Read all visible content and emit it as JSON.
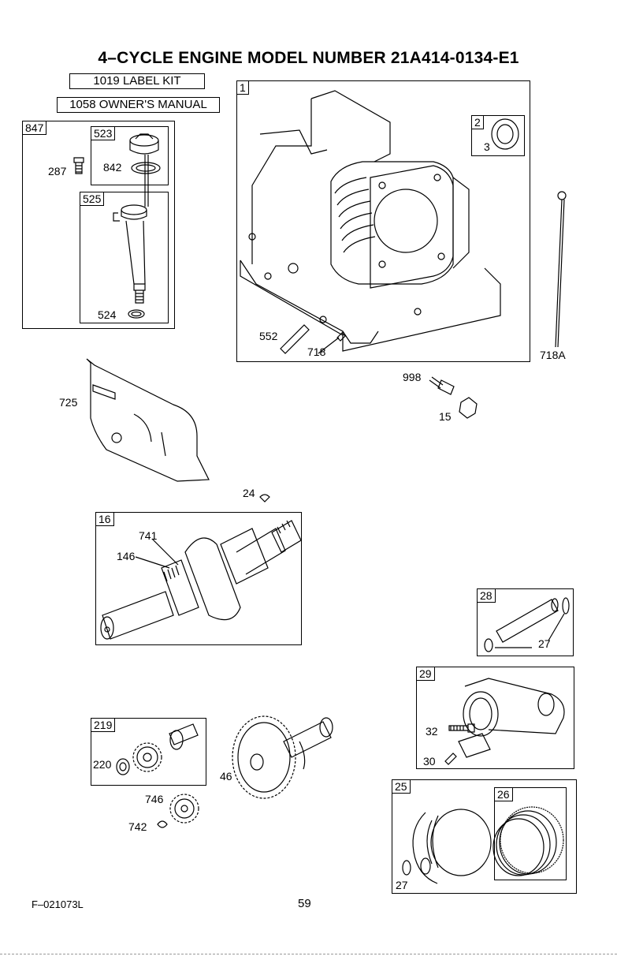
{
  "title": "4–CYCLE ENGINE MODEL NUMBER 21A414-0134-E1",
  "label_kit": "1019 LABEL KIT",
  "owners_manual": "1058 OWNER'S MANUAL",
  "assemblies": {
    "a847": "847",
    "a523": "523",
    "a525": "525",
    "a1": "1",
    "a2": "2",
    "a16": "16",
    "a28": "28",
    "a29": "29",
    "a219": "219",
    "a25": "25",
    "a26": "26"
  },
  "parts": {
    "p287": "287",
    "p842": "842",
    "p524": "524",
    "p3": "3",
    "p552": "552",
    "p718": "718",
    "p718a": "718A",
    "p725": "725",
    "p998": "998",
    "p15": "15",
    "p24": "24",
    "p741": "741",
    "p146": "146",
    "p27a": "27",
    "p32": "32",
    "p30": "30",
    "p220": "220",
    "p46": "46",
    "p746": "746",
    "p742": "742",
    "p27b": "27"
  },
  "footer": {
    "code": "F–021073L",
    "page": "59"
  }
}
